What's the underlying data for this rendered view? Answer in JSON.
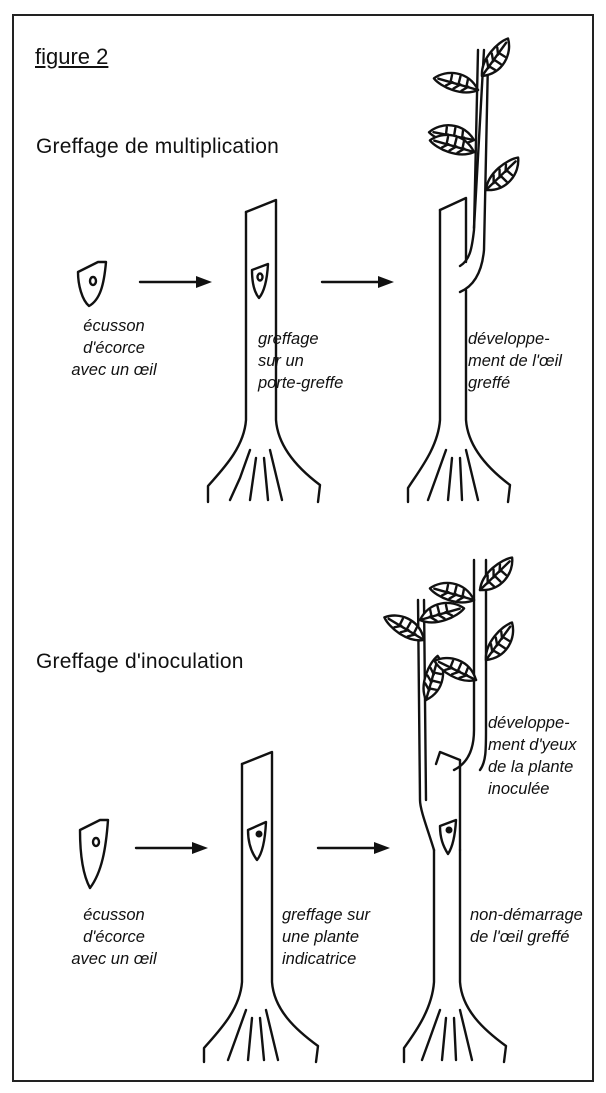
{
  "figure_label": "figure 2",
  "section1": {
    "title": "Greffage de multiplication",
    "captions": {
      "bud": "écusson\nd'écorce\navec un œil",
      "graft": "greffage\nsur un\nporte-greffe",
      "develop": "développe-\nment de l'œil\ngreffé"
    }
  },
  "section2": {
    "title": "Greffage d'inoculation",
    "captions": {
      "bud": "écusson\nd'écorce\navec un œil",
      "graft": "greffage sur\nune plante\nindicatrice",
      "develop": "développe-\nment d'yeux\nde la plante\ninoculée",
      "no_start": "non-démarrage\nde l'œil greffé"
    }
  }
}
